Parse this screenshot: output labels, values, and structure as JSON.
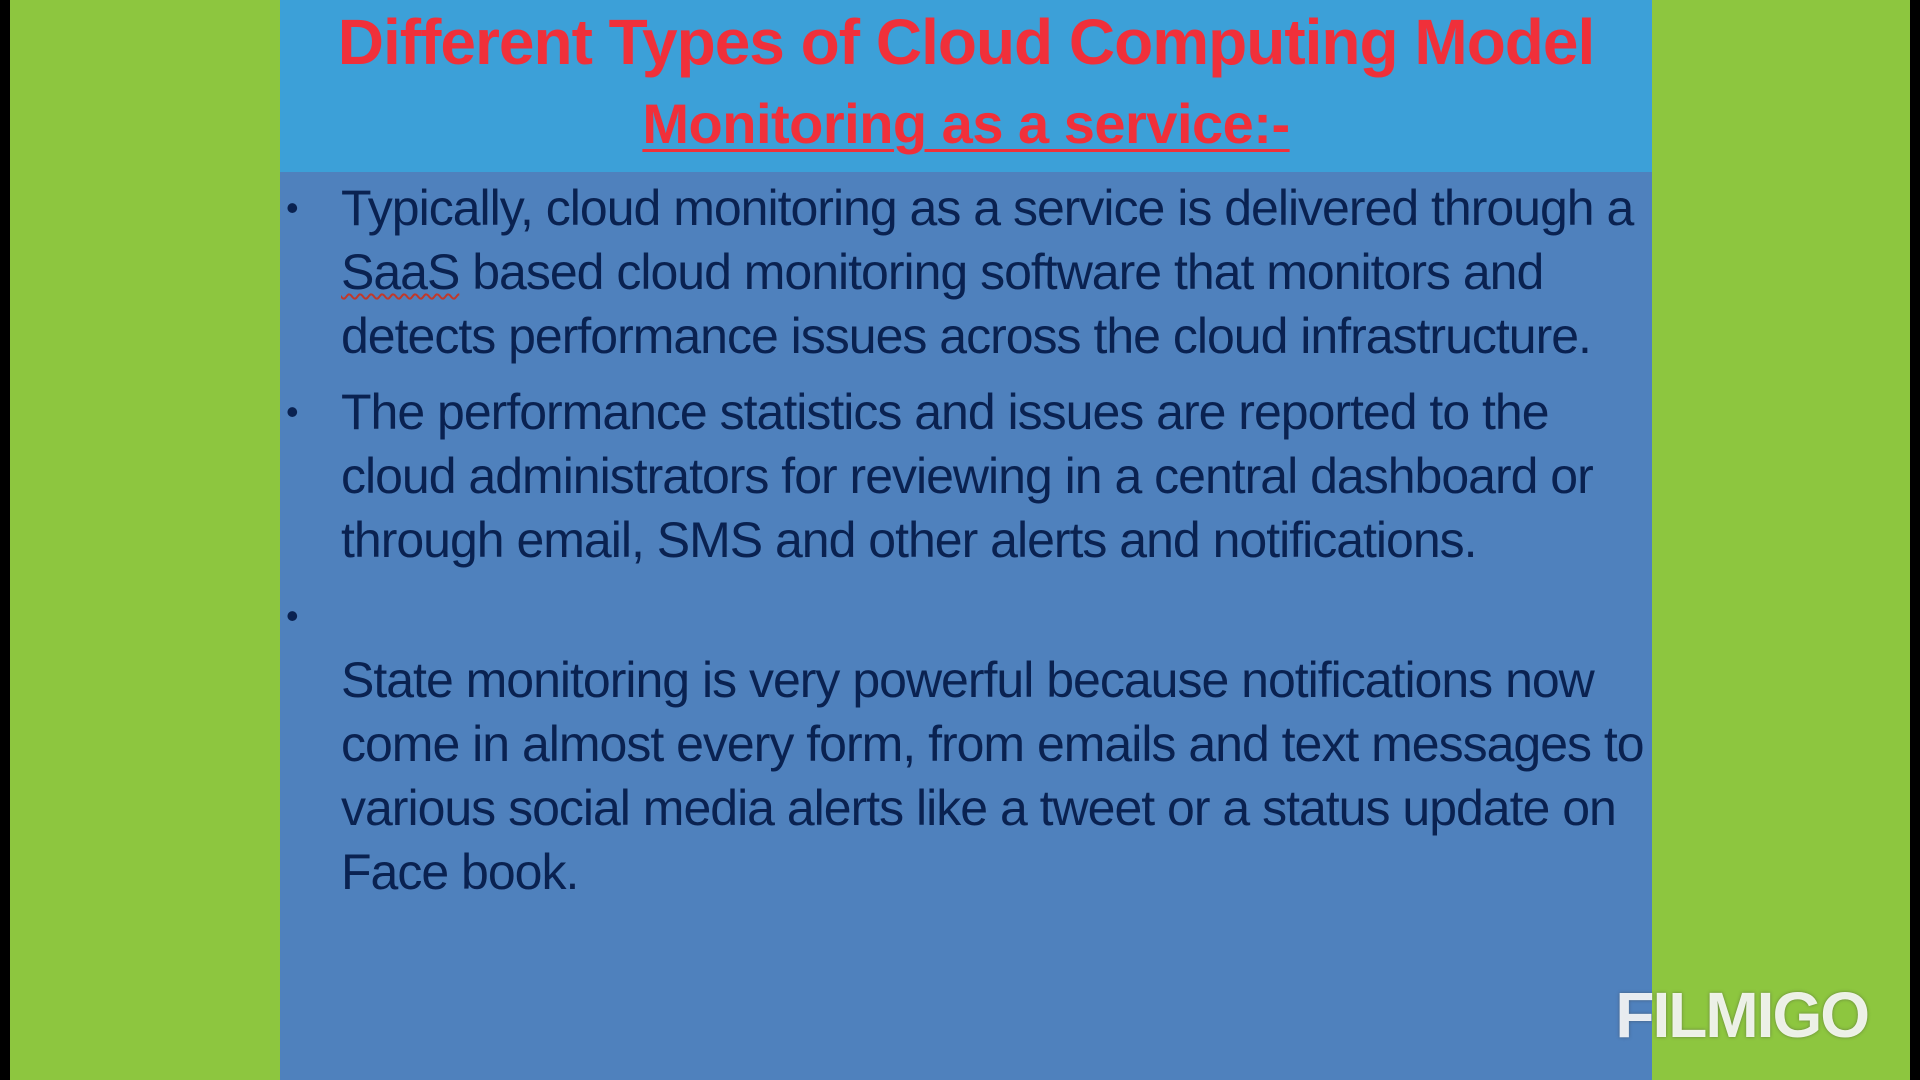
{
  "slide": {
    "title": "Different Types of Cloud Computing Model",
    "subtitle": "Monitoring as a service:-",
    "bullet_char": "•",
    "bullets": [
      {
        "before": "Typically, cloud monitoring as a service is delivered through a ",
        "highlight": "SaaS",
        "after": " based cloud monitoring software that monitors and detects performance issues across the cloud infrastructure."
      },
      {
        "text": "The performance statistics and issues are reported to the cloud administrators for reviewing in a central dashboard or through email, SMS and other alerts and notifications."
      },
      {
        "text": "State monitoring is very powerful because notifications now come in almost every form, from emails and text messages to various social media alerts like a tweet or a status update on Face book."
      }
    ]
  },
  "watermark": "FILMIGO",
  "colors": {
    "background": "#8dc63f",
    "slide": "#4f81bd",
    "header": "#3ca0d8",
    "title": "#f0303a",
    "body_text": "#0a2251"
  }
}
